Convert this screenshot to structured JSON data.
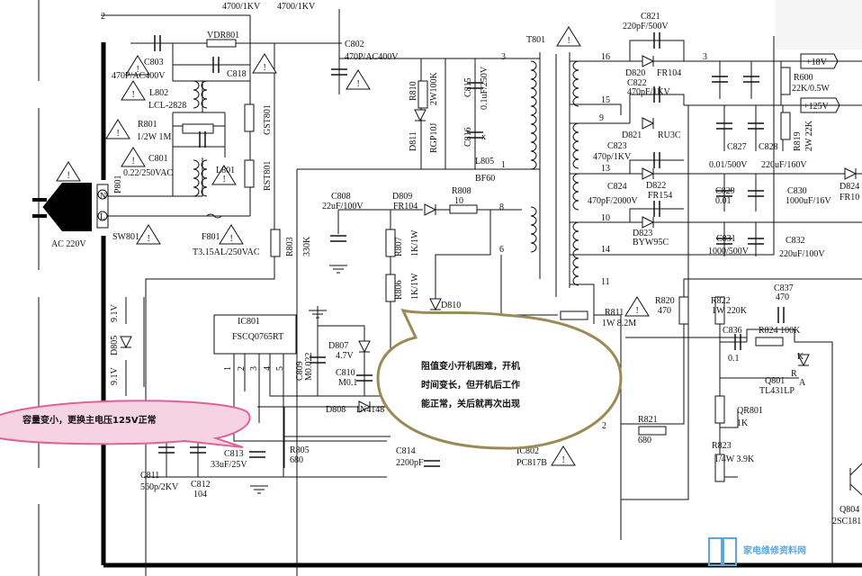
{
  "top": {
    "c_a": "4700/1KV",
    "c_b": "4700/1KV"
  },
  "input": {
    "vdr801": "VDR801",
    "c802": "C802",
    "c802_v": "470P/AC400V",
    "c803": "C803",
    "c803_v": "470P/AC400V",
    "c818": "C818",
    "l802": "L802",
    "l802_v": "LCL-2828",
    "r801": "R801",
    "r801_v": "1/2W 1M",
    "c801": "C801",
    "c801_v": "0.22/250VAC",
    "l801": "L801",
    "gst801": "GST801",
    "rst801": "RST801",
    "p801": "P801",
    "pin_n": "N",
    "pin_l": "L",
    "pin_2": "2",
    "ac": "AC 220V",
    "sw801": "SW801",
    "f801": "F801",
    "f801_v": "T3.15AL/250VAC",
    "r803": "R803",
    "r803_v": "330K"
  },
  "primary": {
    "r810": "R810",
    "r810_v": "2W100K",
    "d811": "D811",
    "d811_v": "RGP10J",
    "c815": "C815",
    "c815_v": "0.1uF/250V",
    "c816": "C816",
    "c816_v": "x",
    "l805": "L805",
    "l805_v": "BF60",
    "t801": "T801",
    "pin1": "1",
    "pin3": "3",
    "pin8": "8",
    "pin6": "6",
    "c808": "C808",
    "c808_v": "22uF/100V",
    "d809": "D809",
    "d809_v": "FR104",
    "r808": "R808",
    "r808_v": "10",
    "r807": "R807",
    "r807_v": "1K/1W",
    "r806": "R806",
    "r806_v": "1K/1W",
    "d810": "D810"
  },
  "secondary": {
    "pin16": "16",
    "pin15": "15",
    "pin9": "9",
    "pin13": "13",
    "pin10": "10",
    "pin14": "14",
    "pin11": "11",
    "pin3b": "3",
    "c821": "C821",
    "c821_v": "220pF/500V",
    "d820": "D820",
    "d820_v": "FR104",
    "c822": "C822",
    "c822_v": "470pF/1KV",
    "d821": "D821",
    "d821_v": "RU3C",
    "c823": "C823",
    "c823_v": "470p/1KV",
    "c824": "C824",
    "c824_v": "470pF/2000V",
    "d822": "D822",
    "d822_v": "FR154",
    "d823": "D823",
    "d823_v": "BYW95C",
    "out18": "+18V",
    "out125": "+125V",
    "r600": "R600",
    "r600_v": "22K/0.5W",
    "c827": "C827",
    "c827_v": "0.01/500V",
    "c828": "C828",
    "c828_v": "220uF/160V",
    "r819": "R819",
    "r819_v": "2W 22K",
    "c829": "C829",
    "c829_v": "0.01",
    "c830": "C830",
    "c830_v": "1000uF/16V",
    "d824": "D824",
    "d824_v": "FR10",
    "c831": "C831",
    "c831_v": "1000/500V",
    "c832": "C832",
    "c832_v": "220uF/100V"
  },
  "control": {
    "ic801": "IC801",
    "ic801_v": "FSCQ0765RT",
    "pins": [
      "1",
      "2",
      "3",
      "4",
      "5"
    ],
    "d805": "D805",
    "d805_v1": "9.1V",
    "d805_v2": "9.1V",
    "c809": "C809",
    "c809_v": "M0.022",
    "d807": "D807",
    "d807_v": "4.7V",
    "c810": "C810",
    "c810_v": "M0.1",
    "d808": "D808",
    "d808_v": "1N4148",
    "c811": "C811",
    "c811_v": "560p/2KV",
    "c812": "C812",
    "c812_v": "104",
    "c813": "C813",
    "c813_v": "33uF/25V",
    "r805": "R805",
    "r805_v": "680",
    "c814": "C814",
    "c814_v": "2200pF",
    "ic802": "IC802",
    "ic802_v": "PC817B",
    "pin2": "2"
  },
  "feedback": {
    "r811": "R811",
    "r811_v": "1W 8.2M",
    "r820": "R820",
    "r820_v": "470",
    "r822": "R822",
    "r822_v": "1W 220K",
    "c837": "C837",
    "c837_v": "470",
    "c836": "C836",
    "c836_v": "0.1",
    "r824": "R824 100K",
    "q801": "Q801",
    "q801_v": "TL431LP",
    "k": "K",
    "r": "R",
    "a": "A",
    "qr801": "QR801",
    "qr801_v": "1K",
    "r821": "R821",
    "r821_v": "680",
    "r823": "R823",
    "r823_v": "1/4W 3.9K",
    "q804": "Q804",
    "q804_v": "2SC181"
  },
  "callouts": {
    "capacitor_note": "容量变小，更换主电压125V正常",
    "resistor_note": [
      "阻值变小开机困难，开机",
      "时间变长，但开机后工作",
      "能正常，关后就再次出现"
    ]
  },
  "watermark": {
    "site": "家电维修资料网"
  },
  "colors": {
    "callout1_fill": "#f6d3e3",
    "callout1_border": "#e0609a",
    "callout2_border": "#9a8a55",
    "watermark": "#5aa8d8"
  }
}
